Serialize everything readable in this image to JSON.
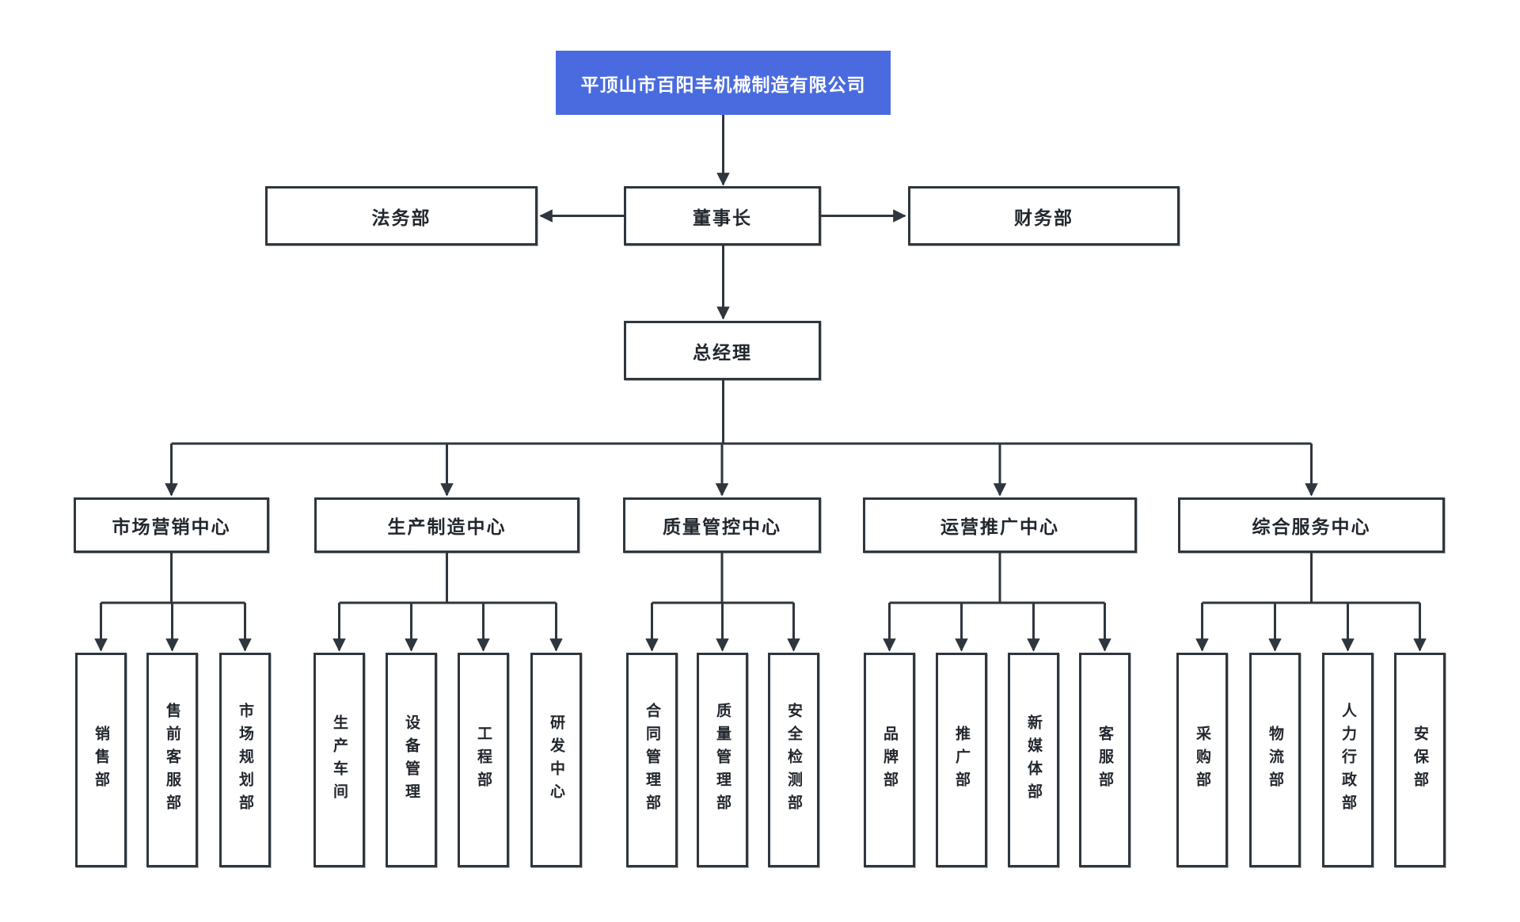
{
  "company": {
    "name": "平顶山市百阳丰机械制造有限公司"
  },
  "board": {
    "legal": "法务部",
    "chairman": "董事长",
    "finance": "财务部"
  },
  "general_manager": "总经理",
  "centers": [
    {
      "label": "市场营销中心",
      "departments": [
        "销售部",
        "售前客服部",
        "市场规划部"
      ]
    },
    {
      "label": "生产制造中心",
      "departments": [
        "生产车间",
        "设备管理",
        "工程部",
        "研发中心"
      ]
    },
    {
      "label": "质量管控中心",
      "departments": [
        "合同管理部",
        "质量管理部",
        "安全检测部"
      ]
    },
    {
      "label": "运营推广中心",
      "departments": [
        "品牌部",
        "推广部",
        "新媒体部",
        "客服部"
      ]
    },
    {
      "label": "综合服务中心",
      "departments": [
        "采购部",
        "物流部",
        "人力行政部",
        "安保部"
      ]
    }
  ],
  "colors": {
    "accent": "#4a6bdf",
    "root_text": "#ffffff",
    "line": "#2f363e",
    "box_border": "#2f363e",
    "box_text": "#22272e",
    "background": "#ffffff"
  }
}
